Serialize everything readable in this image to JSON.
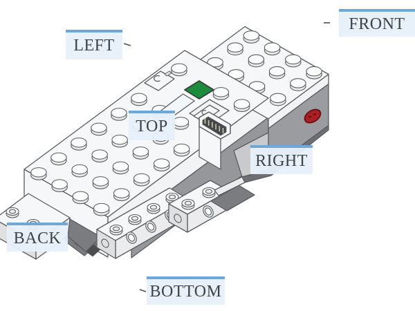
{
  "labels": {
    "front": "FRONT",
    "left": "LEFT",
    "top": "TOP",
    "right": "RIGHT",
    "back": "BACK",
    "bottom": "BOTTOM"
  },
  "label_style": {
    "background": "#e7f0f9",
    "border_top": "#6ea7d8",
    "text": "#3e4347"
  },
  "illustration": {
    "subject": "lego-boost-move-hub",
    "view": "isometric",
    "colors": {
      "outline": "#5a5d60",
      "body_white": "#f6f7f8",
      "body_side": "#ececee",
      "body_side_dark": "#dfe0e2",
      "band": "#f2f3f4",
      "recess": "#96979a",
      "shadow": "#7b7c7f",
      "deep": "#4a4c4e",
      "panel": "#9b9c9f",
      "panel_light": "#c9cacc",
      "panel_dark": "#6e6f72",
      "stud_top": "#fafbfb",
      "stud_side": "#e8e9eb",
      "tile": "#f2f7fa",
      "green_button": "#1d8b3c",
      "green_outline": "#3a3d3c",
      "red_indicator": "#ab2025",
      "red_dark": "#6f1013",
      "usb_dark": "#45484b",
      "usb_pin": "#cbbfa3"
    }
  }
}
